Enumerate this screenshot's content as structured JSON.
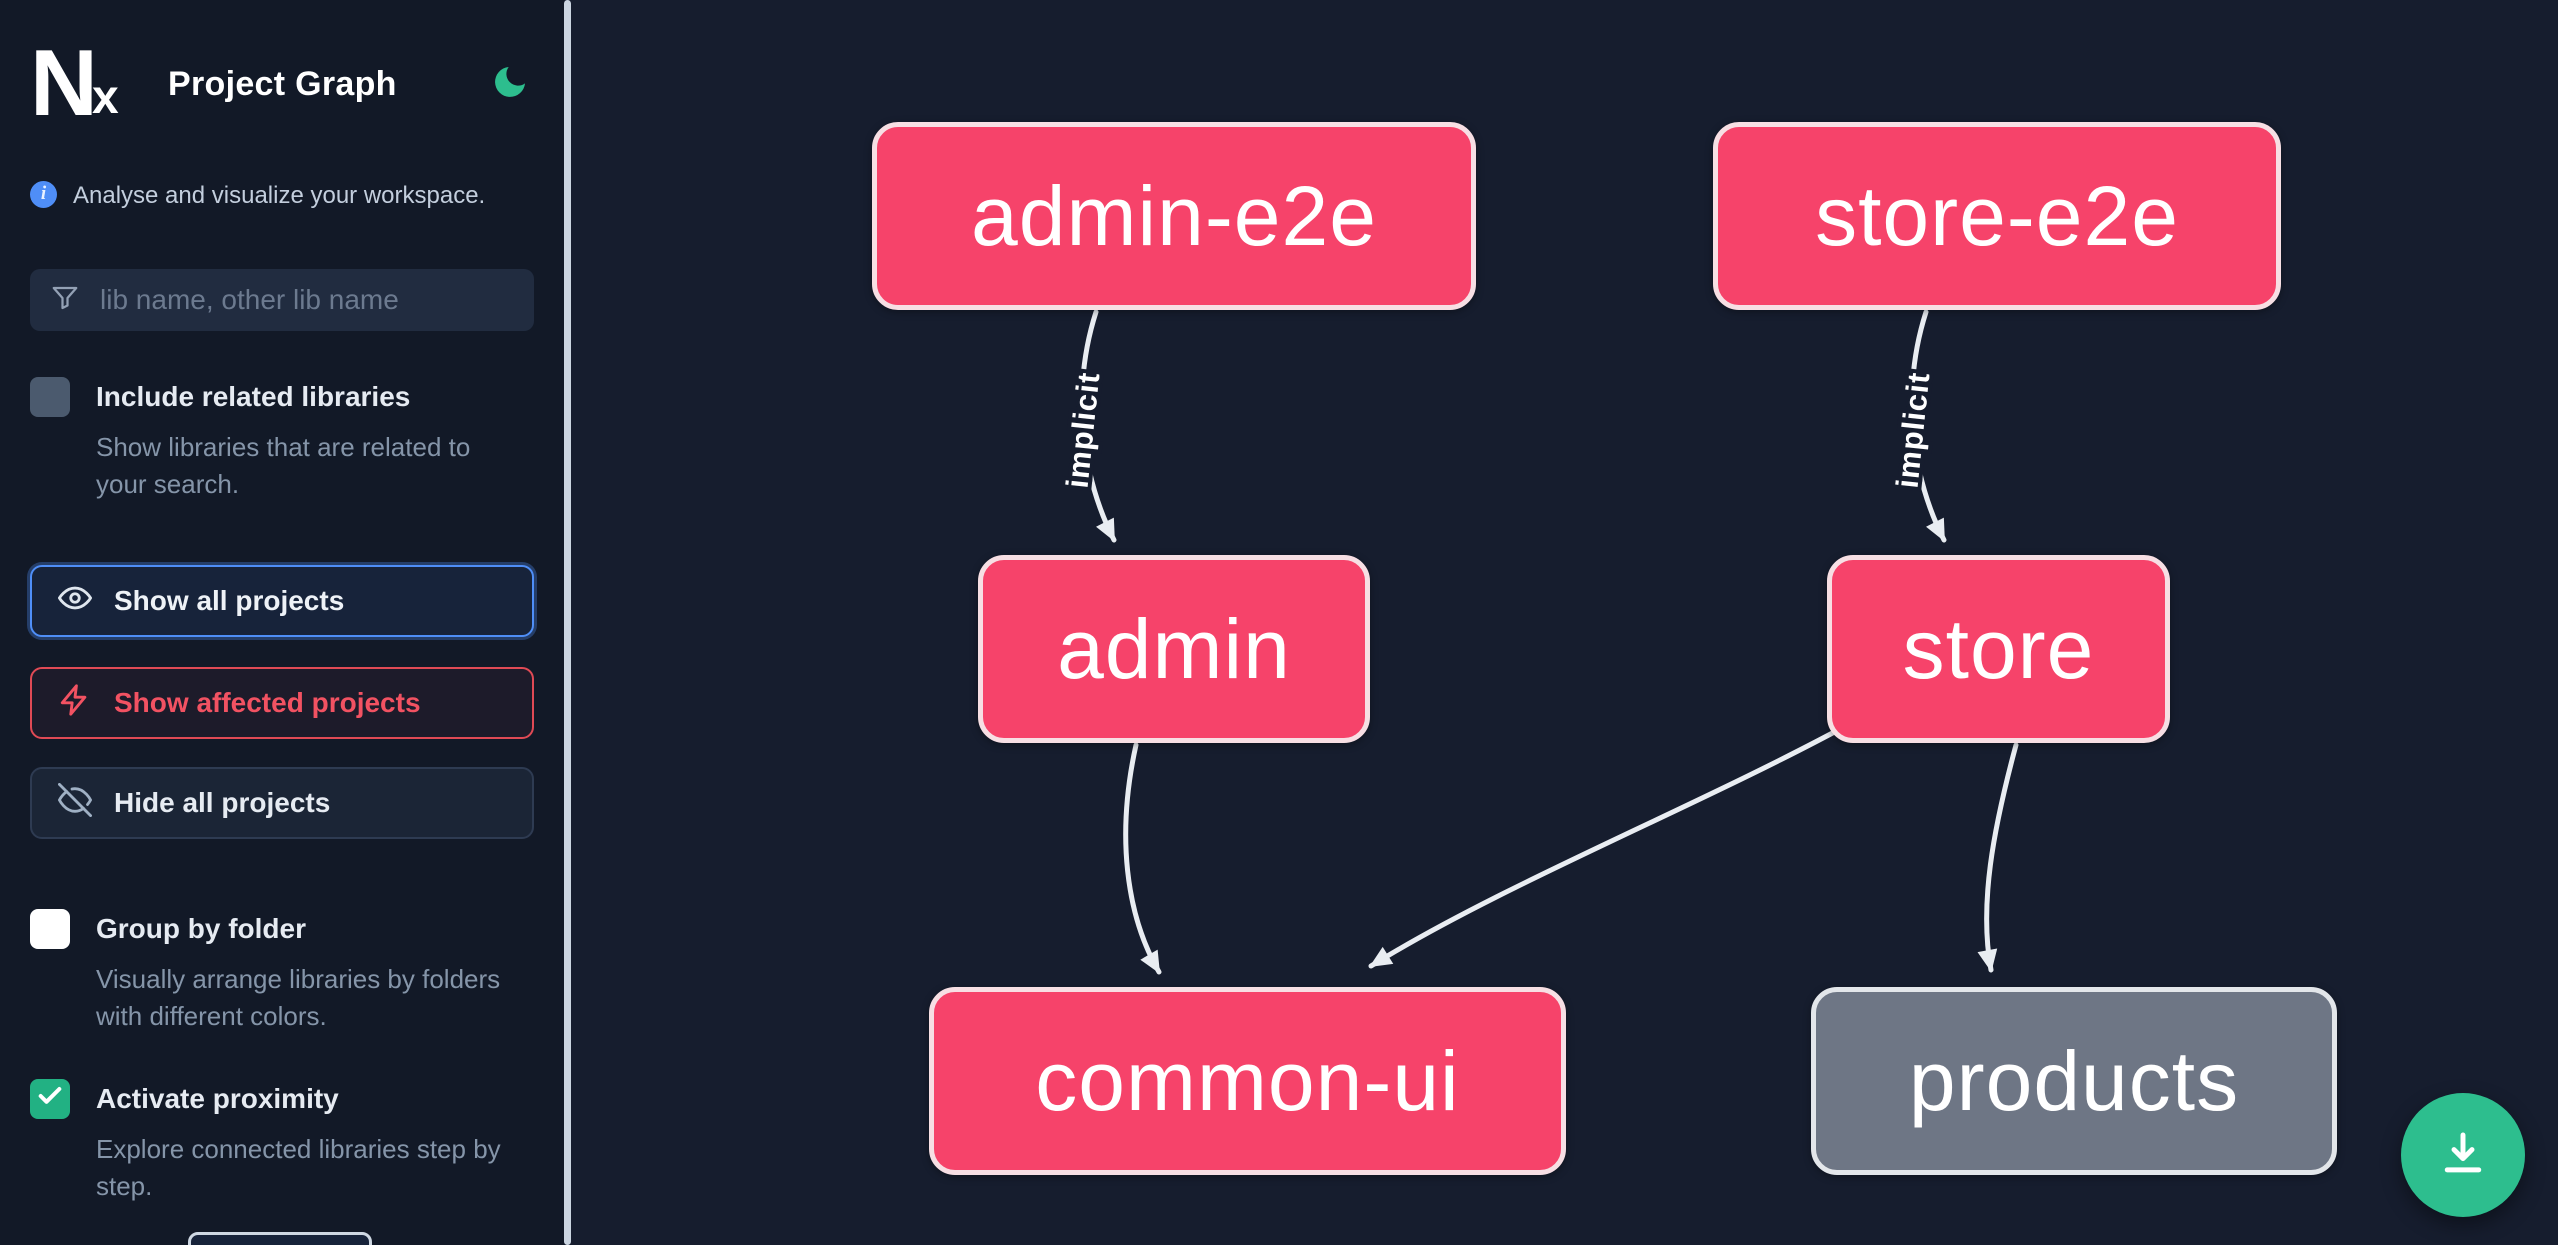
{
  "app": {
    "logo_text_n": "N",
    "logo_text_x": "x",
    "title": "Project Graph"
  },
  "colors": {
    "accent_green": "#2dbe8e",
    "focus_blue": "#4f8ef7",
    "danger_red": "#f25262",
    "node_affected": "#f6436a",
    "node_neutral": "#6e7685",
    "edge": "#e9edf2"
  },
  "sidebar": {
    "tagline": "Analyse and visualize your workspace.",
    "search": {
      "placeholder": "lib name, other lib name"
    },
    "include_related": {
      "label": "Include related libraries",
      "description": "Show libraries that are related to your search.",
      "checked": false
    },
    "actions": {
      "show_all": "Show all projects",
      "show_affected": "Show affected projects",
      "hide_all": "Hide all projects"
    },
    "group_by_folder": {
      "label": "Group by folder",
      "description": "Visually arrange libraries by folders with different colors.",
      "checked": false
    },
    "activate_proximity": {
      "label": "Activate proximity",
      "description": "Explore connected libraries step by step.",
      "checked": true
    }
  },
  "graph": {
    "nodes": [
      {
        "id": "admin-e2e",
        "label": "admin-e2e",
        "type": "affected"
      },
      {
        "id": "store-e2e",
        "label": "store-e2e",
        "type": "affected"
      },
      {
        "id": "admin",
        "label": "admin",
        "type": "affected"
      },
      {
        "id": "store",
        "label": "store",
        "type": "affected"
      },
      {
        "id": "common-ui",
        "label": "common-ui",
        "type": "affected"
      },
      {
        "id": "products",
        "label": "products",
        "type": "neutral"
      }
    ],
    "edges": [
      {
        "from": "admin-e2e",
        "to": "admin",
        "label": "implicit"
      },
      {
        "from": "store-e2e",
        "to": "store",
        "label": "implicit"
      },
      {
        "from": "admin",
        "to": "common-ui",
        "label": ""
      },
      {
        "from": "store",
        "to": "common-ui",
        "label": ""
      },
      {
        "from": "store",
        "to": "products",
        "label": ""
      }
    ]
  }
}
